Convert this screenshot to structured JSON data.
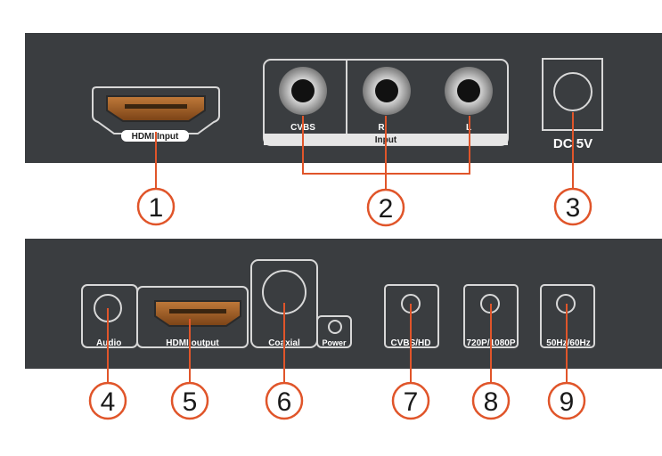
{
  "top_panel": {
    "hdmi_input_label": "HDMI Input",
    "av_group_label": "Input",
    "cvbs_label": "CVBS",
    "r_label": "R",
    "l_label": "L",
    "dc_label": "DC 5V"
  },
  "bottom_panel": {
    "audio_label": "Audio",
    "hdmi_output_label": "HDMI output",
    "coaxial_label": "Coaxial",
    "power_label": "Power",
    "cvbs_hd_label": "CVBS/HD",
    "res_label": "720P/1080P",
    "hz_label": "50Hz/60Hz"
  },
  "callouts": {
    "n1": "1",
    "n2": "2",
    "n3": "3",
    "n4": "4",
    "n5": "5",
    "n6": "6",
    "n7": "7",
    "n8": "8",
    "n9": "9"
  },
  "colors": {
    "panel": "#3a3d40",
    "outline": "#d8d8d8",
    "accent": "#e0552a"
  }
}
